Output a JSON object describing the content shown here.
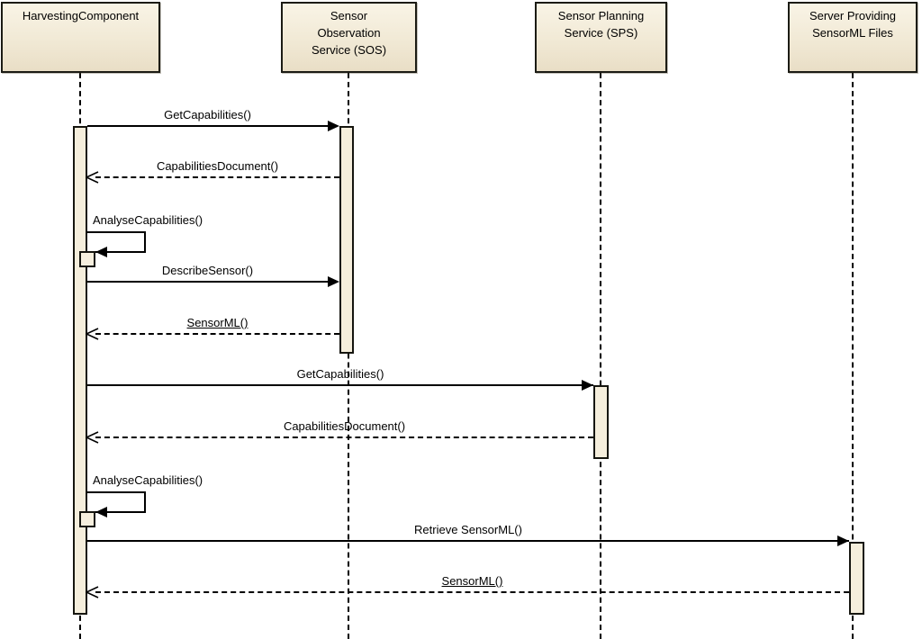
{
  "diagram": {
    "kind": "uml-sequence-diagram",
    "colors": {
      "background": "#FFFFFF",
      "actor_fill": "#F1E9D5",
      "actor_border": "#1B1B14",
      "activation_fill": "#F5EEDC",
      "line": "#000000",
      "text": "#000000"
    },
    "actors": [
      {
        "id": "harvesting-component",
        "name": "HarvestingComponent",
        "lines": [
          "HarvestingComponent"
        ]
      },
      {
        "id": "sos",
        "name": "Sensor Observation Service (SOS)",
        "lines": [
          "Sensor",
          "Observation",
          "Service (SOS)"
        ]
      },
      {
        "id": "sps",
        "name": "Sensor Planning Service (SPS)",
        "lines": [
          "Sensor Planning",
          "Service (SPS)"
        ]
      },
      {
        "id": "sensorml-server",
        "name": "Server Providing SensorML Files",
        "lines": [
          "Server Providing",
          "SensorML Files"
        ]
      }
    ],
    "messages": [
      {
        "label": "GetCapabilities()",
        "type": "call",
        "from": "harvesting-component",
        "to": "sos"
      },
      {
        "label": "CapabilitiesDocument()",
        "type": "return",
        "from": "sos",
        "to": "harvesting-component"
      },
      {
        "label": "AnalyseCapabilities()",
        "type": "self",
        "from": "harvesting-component",
        "to": "harvesting-component"
      },
      {
        "label": "DescribeSensor()",
        "type": "call",
        "from": "harvesting-component",
        "to": "sos"
      },
      {
        "label": "SensorML()",
        "type": "return",
        "from": "sos",
        "to": "harvesting-component",
        "underlined": true
      },
      {
        "label": "GetCapabilities()",
        "type": "call",
        "from": "harvesting-component",
        "to": "sps"
      },
      {
        "label": "CapabilitiesDocument()",
        "type": "return",
        "from": "sps",
        "to": "harvesting-component"
      },
      {
        "label": "AnalyseCapabilities()",
        "type": "self",
        "from": "harvesting-component",
        "to": "harvesting-component"
      },
      {
        "label": "Retrieve SensorML()",
        "type": "call",
        "from": "harvesting-component",
        "to": "sensorml-server"
      },
      {
        "label": "SensorML()",
        "type": "return",
        "from": "sensorml-server",
        "to": "harvesting-component",
        "underlined": true
      }
    ]
  }
}
